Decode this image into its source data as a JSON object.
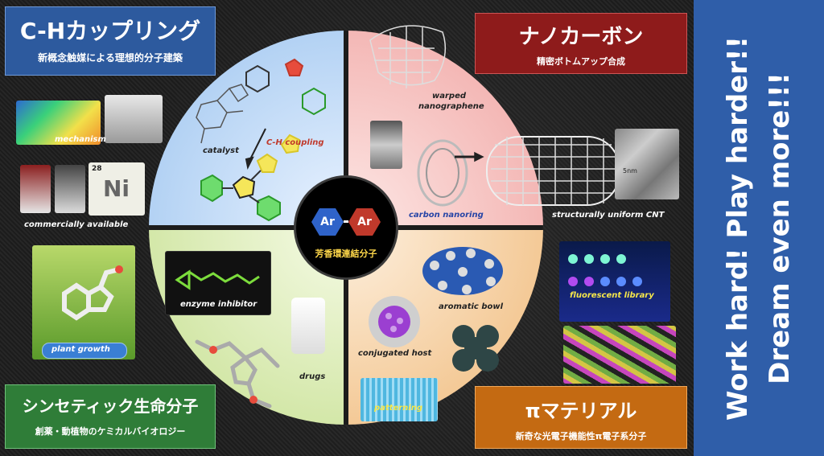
{
  "center": {
    "ar_left": "Ar",
    "ar_right": "Ar",
    "title": "芳香環連結分子"
  },
  "panels": {
    "ch_coupling": {
      "title": "C-Hカップリング",
      "subtitle": "新概念触媒による理想的分子建築"
    },
    "nanocarbon": {
      "title": "ナノカーボン",
      "subtitle": "精密ボトムアップ合成"
    },
    "synthetic_life": {
      "title": "シンセティック生命分子",
      "subtitle": "創薬・動植物のケミカルバイオロジー"
    },
    "pi_material": {
      "title": "πマテリアル",
      "subtitle": "新奇な光電子機能性π電子系分子"
    }
  },
  "labels": {
    "catalyst": "catalyst",
    "ch_coupling": "C-H coupling",
    "mechanism": "mechanism",
    "commercially_available": "commercially available",
    "warped_line1": "warped",
    "warped_line2": "nanographene",
    "carbon_nanoring": "carbon nanoring",
    "structurally_uniform_cnt": "structurally uniform CNT",
    "enzyme_inhibitor": "enzyme inhibitor",
    "plant_growth": "plant growth",
    "drugs": "drugs",
    "aromatic_bowl": "aromatic bowl",
    "conjugated_host": "conjugated host",
    "fluorescent_library": "fluorescent library",
    "patterning": "patterning",
    "ni_symbol": "Ni",
    "ni_number": "28",
    "scale_bar": "5nm"
  },
  "motto": {
    "line1": "Work hard! Play harder!!",
    "line2": "Dream even more!!!"
  },
  "colors": {
    "ch_panel": "#2d5a9e",
    "nano_panel": "#8e1b1b",
    "life_panel": "#2f7d38",
    "pi_panel": "#c46a12",
    "side_panel": "#2f5ea9",
    "ar_left": "#2f63c9",
    "ar_right": "#c0392b",
    "ch_label": "#c0392b"
  }
}
